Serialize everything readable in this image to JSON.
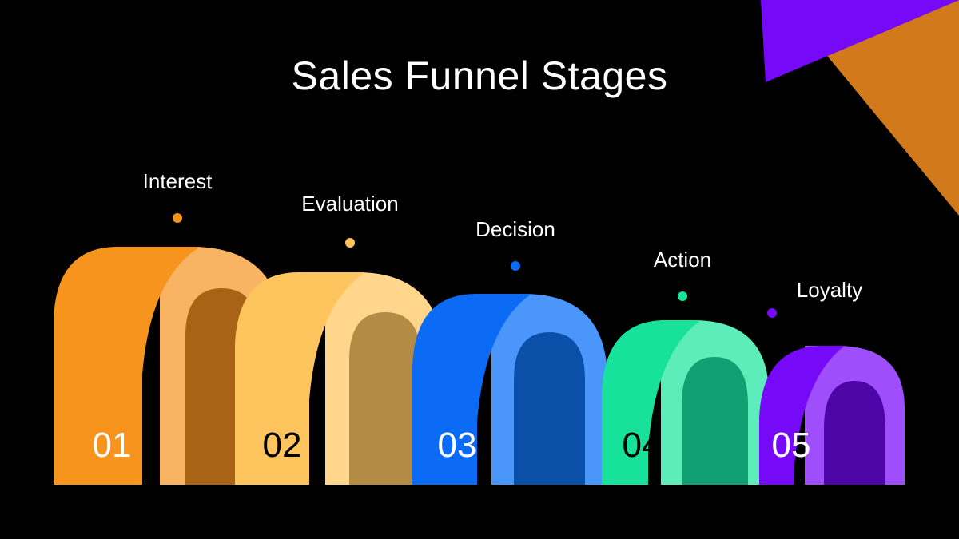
{
  "title": "Sales Funnel Stages",
  "stages": [
    {
      "number": "01",
      "label": "Interest",
      "color": "#F7941D",
      "side": "#F8B462",
      "inner": "#A86314",
      "number_color": "#FFFFFF"
    },
    {
      "number": "02",
      "label": "Evaluation",
      "color": "#FEC55E",
      "side": "#FFD68C",
      "inner": "#B48B45",
      "number_color": "#000000"
    },
    {
      "number": "03",
      "label": "Decision",
      "color": "#0B6BF5",
      "side": "#4B96FA",
      "inner": "#0A4FA8",
      "number_color": "#FFFFFF"
    },
    {
      "number": "04",
      "label": "Action",
      "color": "#17E29B",
      "side": "#5CEDBA",
      "inner": "#10A072",
      "number_color": "#000000"
    },
    {
      "number": "05",
      "label": "Loyalty",
      "color": "#7609F8",
      "side": "#9E4FFB",
      "inner": "#4E05A8",
      "number_color": "#FFFFFF"
    }
  ],
  "decor": {
    "purple": "#7609F8",
    "orange": "#D27A1B"
  }
}
